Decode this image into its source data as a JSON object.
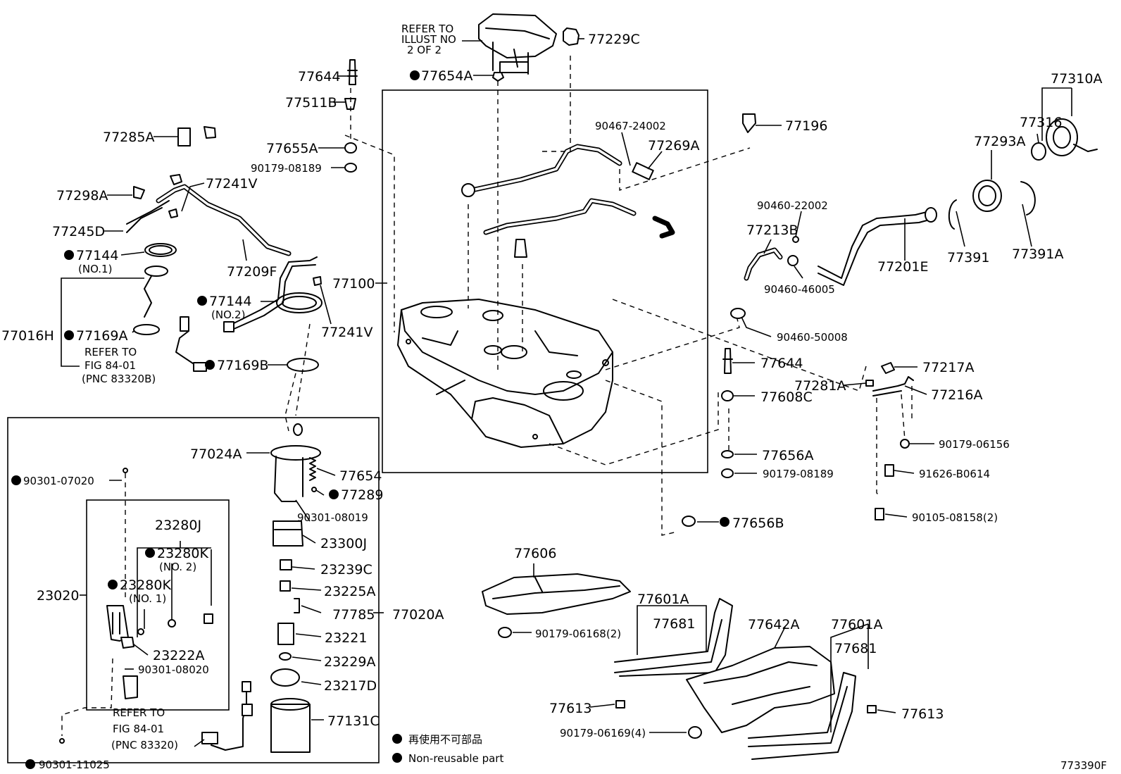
{
  "labels": {
    "p77644_top": "77644",
    "p77511b": "77511B",
    "p77285a": "77285A",
    "p77655a": "77655A",
    "p90179_08189_top": "90179-08189",
    "p77298a": "77298A",
    "p77241v_top": "77241V",
    "p77245d": "77245D",
    "p77144_no1": "77144",
    "no1": "(NO.1)",
    "p77209f": "77209F",
    "p77100": "77100",
    "p77144_no2": "77144",
    "no2": "(NO.2)",
    "p77016h": "77016H",
    "p77169a": "77169A",
    "p77241v_mid": "77241V",
    "refer_8401_b_1": "REFER TO",
    "refer_8401_b_2": "FIG 84-01",
    "refer_8401_b_3": "(PNC 83320B)",
    "p77169b": "77169B",
    "refer_illust_1": "REFER TO",
    "refer_illust_2": "ILLUST NO",
    "refer_illust_3": "2 OF 2",
    "p77229c": "77229C",
    "p77654a": "77654A",
    "p90467_24002": "90467-24002",
    "p77269a": "77269A",
    "p77196": "77196",
    "p77310a": "77310A",
    "p77316": "77316",
    "p77293a": "77293A",
    "p90460_22002": "90460-22002",
    "p77213b": "77213B",
    "p77201e": "77201E",
    "p77391": "77391",
    "p77391a": "77391A",
    "p90460_46005": "90460-46005",
    "p90460_50008": "90460-50008",
    "p77644_mid": "77644",
    "p77608c": "77608C",
    "p77217a": "77217A",
    "p77281a": "77281A",
    "p77216a": "77216A",
    "p90179_06156": "90179-06156",
    "p77656a": "77656A",
    "p90179_08189_mid": "90179-08189",
    "p91626_b0614": "91626-B0614",
    "p90105_08158": "90105-08158(2)",
    "p77656b": "77656B",
    "p77024a": "77024A",
    "p77654": "77654",
    "p77289": "77289",
    "p90301_07020": "90301-07020",
    "p90301_08019": "90301-08019",
    "p23280j": "23280J",
    "p23300j": "23300J",
    "p23280k_no2": "23280K",
    "no2b": "(NO. 2)",
    "p23239c": "23239C",
    "p23280k_no1": "23280K",
    "no1b": "(NO. 1)",
    "p23020": "23020",
    "p23225a": "23225A",
    "p77785": "77785",
    "p77020a": "77020A",
    "p23221": "23221",
    "p23222a": "23222A",
    "p23229a": "23229A",
    "p90301_08020": "90301-08020",
    "p23217d": "23217D",
    "refer_8401_1": "REFER TO",
    "refer_8401_2": "FIG 84-01",
    "refer_8401_3": "(PNC 83320)",
    "p77131c": "77131C",
    "p90301_11025": "90301-11025",
    "p77606": "77606",
    "p90179_06168": "90179-06168(2)",
    "p77601a_l": "77601A",
    "p77681_l": "77681",
    "p77642a": "77642A",
    "p77601a_r": "77601A",
    "p77681_r": "77681",
    "p77613_l": "77613",
    "p77613_r": "77613",
    "p90179_06169": "90179-06169(4)"
  },
  "legend": {
    "jp": "再使用不可部品",
    "en": "Non-reusable part"
  },
  "figure_id": "773390F"
}
